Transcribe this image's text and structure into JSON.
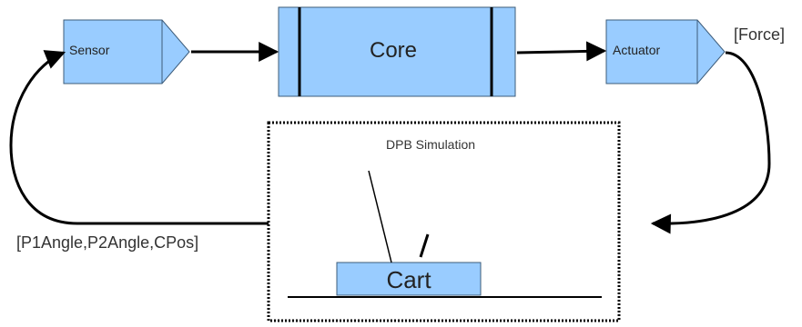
{
  "blocks": {
    "sensor": "Sensor",
    "core": "Core",
    "actuator": "Actuator"
  },
  "signals": {
    "actuator_output": "[Force]",
    "sensor_input": "[P1Angle,P2Angle,CPos]"
  },
  "simulation": {
    "title": "DPB Simulation",
    "cart": "Cart"
  },
  "colors": {
    "block_fill": "#99ccff",
    "block_stroke": "#3d5c7a",
    "line": "#000000"
  }
}
